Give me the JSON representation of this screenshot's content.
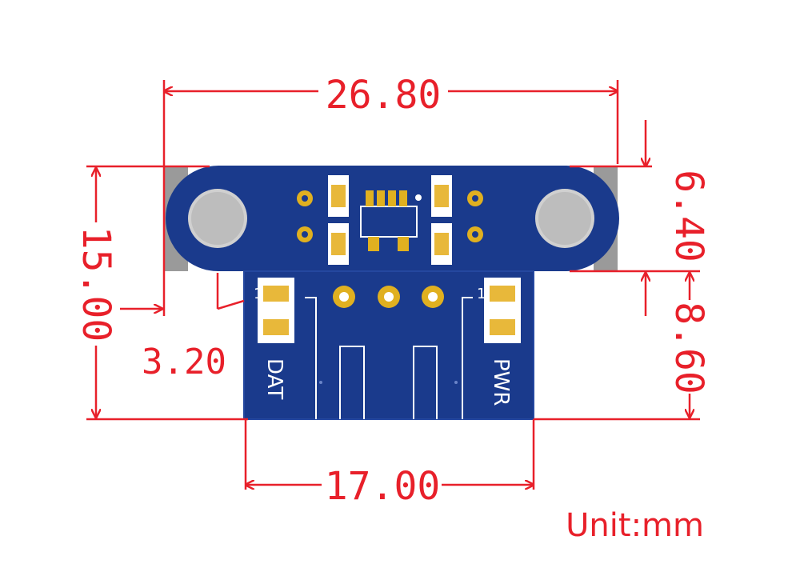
{
  "dimensions": {
    "total_width": "26.80",
    "mount_tab_height": "6.40",
    "total_height": "15.00",
    "body_height": "8.60",
    "shoulder_depth": "3.20",
    "body_width": "17.00"
  },
  "unit_note": "Unit:mm",
  "board": {
    "left_label": "DAT",
    "right_label": "PWR",
    "pin1_left": "1",
    "pin1_right": "1",
    "pcb_color": "#1a3a8c",
    "gold_color": "#e0b020"
  },
  "dimension_color": "#e8202a"
}
